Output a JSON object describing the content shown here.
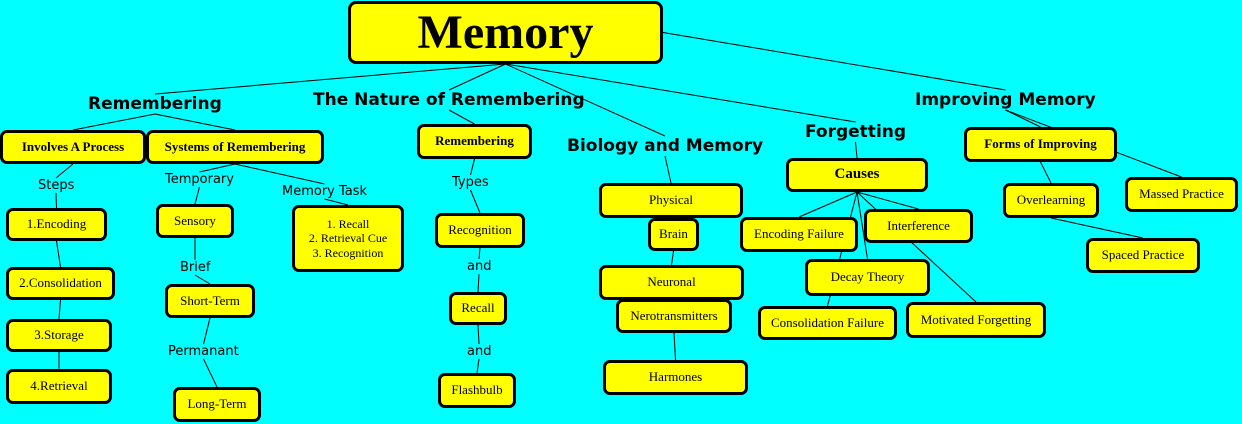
{
  "root": "Memory",
  "branches": {
    "remembering": "Remembering",
    "nature": "The Nature of Remembering",
    "biology": "Biology and Memory",
    "forgetting": "Forgetting",
    "improving": "Improving Memory"
  },
  "remembering": {
    "involves": "Involves A Process",
    "steps_label": "Steps",
    "steps": [
      "1.Encoding",
      "2.Consolidation",
      "3.Storage",
      "4.Retrieval"
    ],
    "systems": "Systems of Remembering",
    "temporary_label": "Temporary",
    "sensory": "Sensory",
    "brief_label": "Brief",
    "short_term": "Short-Term",
    "permanent_label": "Permanant",
    "long_term": "Long-Term",
    "memory_task_label": "Memory Task",
    "memory_task": "1. Recall\n2. Retrieval Cue\n3. Recognition"
  },
  "nature": {
    "remembering": "Remembering",
    "types_label": "Types",
    "types": [
      "Recognition",
      "Recall",
      "Flashbulb"
    ],
    "and_label": "and"
  },
  "biology": {
    "physical": "Physical",
    "brain": "Brain",
    "neuronal": "Neuronal",
    "neurotransmitters": "Nerotransmitters",
    "hormones": "Harmones"
  },
  "forgetting": {
    "causes": "Causes",
    "encoding_failure": "Encoding Failure",
    "interference": "Interference",
    "decay_theory": "Decay Theory",
    "consolidation_failure": "Consolidation Failure",
    "motivated_forgetting": "Motivated Forgetting"
  },
  "improving": {
    "forms": "Forms of Improving",
    "overlearning": "Overlearning",
    "massed_practice": "Massed Practice",
    "spaced_practice": "Spaced Practice"
  }
}
